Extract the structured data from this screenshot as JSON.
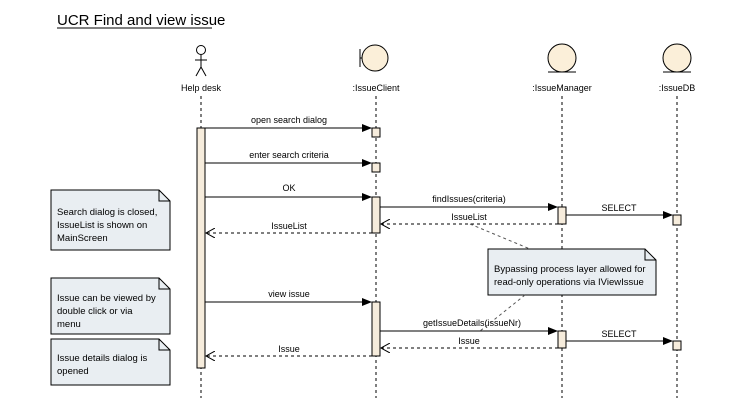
{
  "title": "UCR Find and view issue",
  "lifelines": {
    "helpdesk": "Help desk",
    "client": ":IssueClient",
    "manager": ":IssueManager",
    "db": ":IssueDB"
  },
  "messages": {
    "m1": "open search dialog",
    "m2": "enter search criteria",
    "m3": "OK",
    "m4": "findIssues(criteria)",
    "m5": "SELECT",
    "m6": "IssueList",
    "m7": "IssueList",
    "m8": "view issue",
    "m9": "getIssueDetails(issueNr)",
    "m10": "SELECT",
    "m11": "Issue",
    "m12": "Issue"
  },
  "notes": {
    "n1": [
      "Search dialog is closed,",
      "IssueList is shown on",
      "MainScreen"
    ],
    "n2": [
      "Bypassing process layer allowed for",
      "read-only operations via IViewIssue"
    ],
    "n3": [
      "Issue can be viewed by",
      "double click or via",
      "menu"
    ],
    "n4": [
      "Issue details dialog is",
      "opened"
    ]
  },
  "colors": {
    "activation_fill": "#f6ecdc",
    "note_fill": "#e9eef2",
    "stereotype_fill": "#fbefd9",
    "line": "#000000"
  }
}
